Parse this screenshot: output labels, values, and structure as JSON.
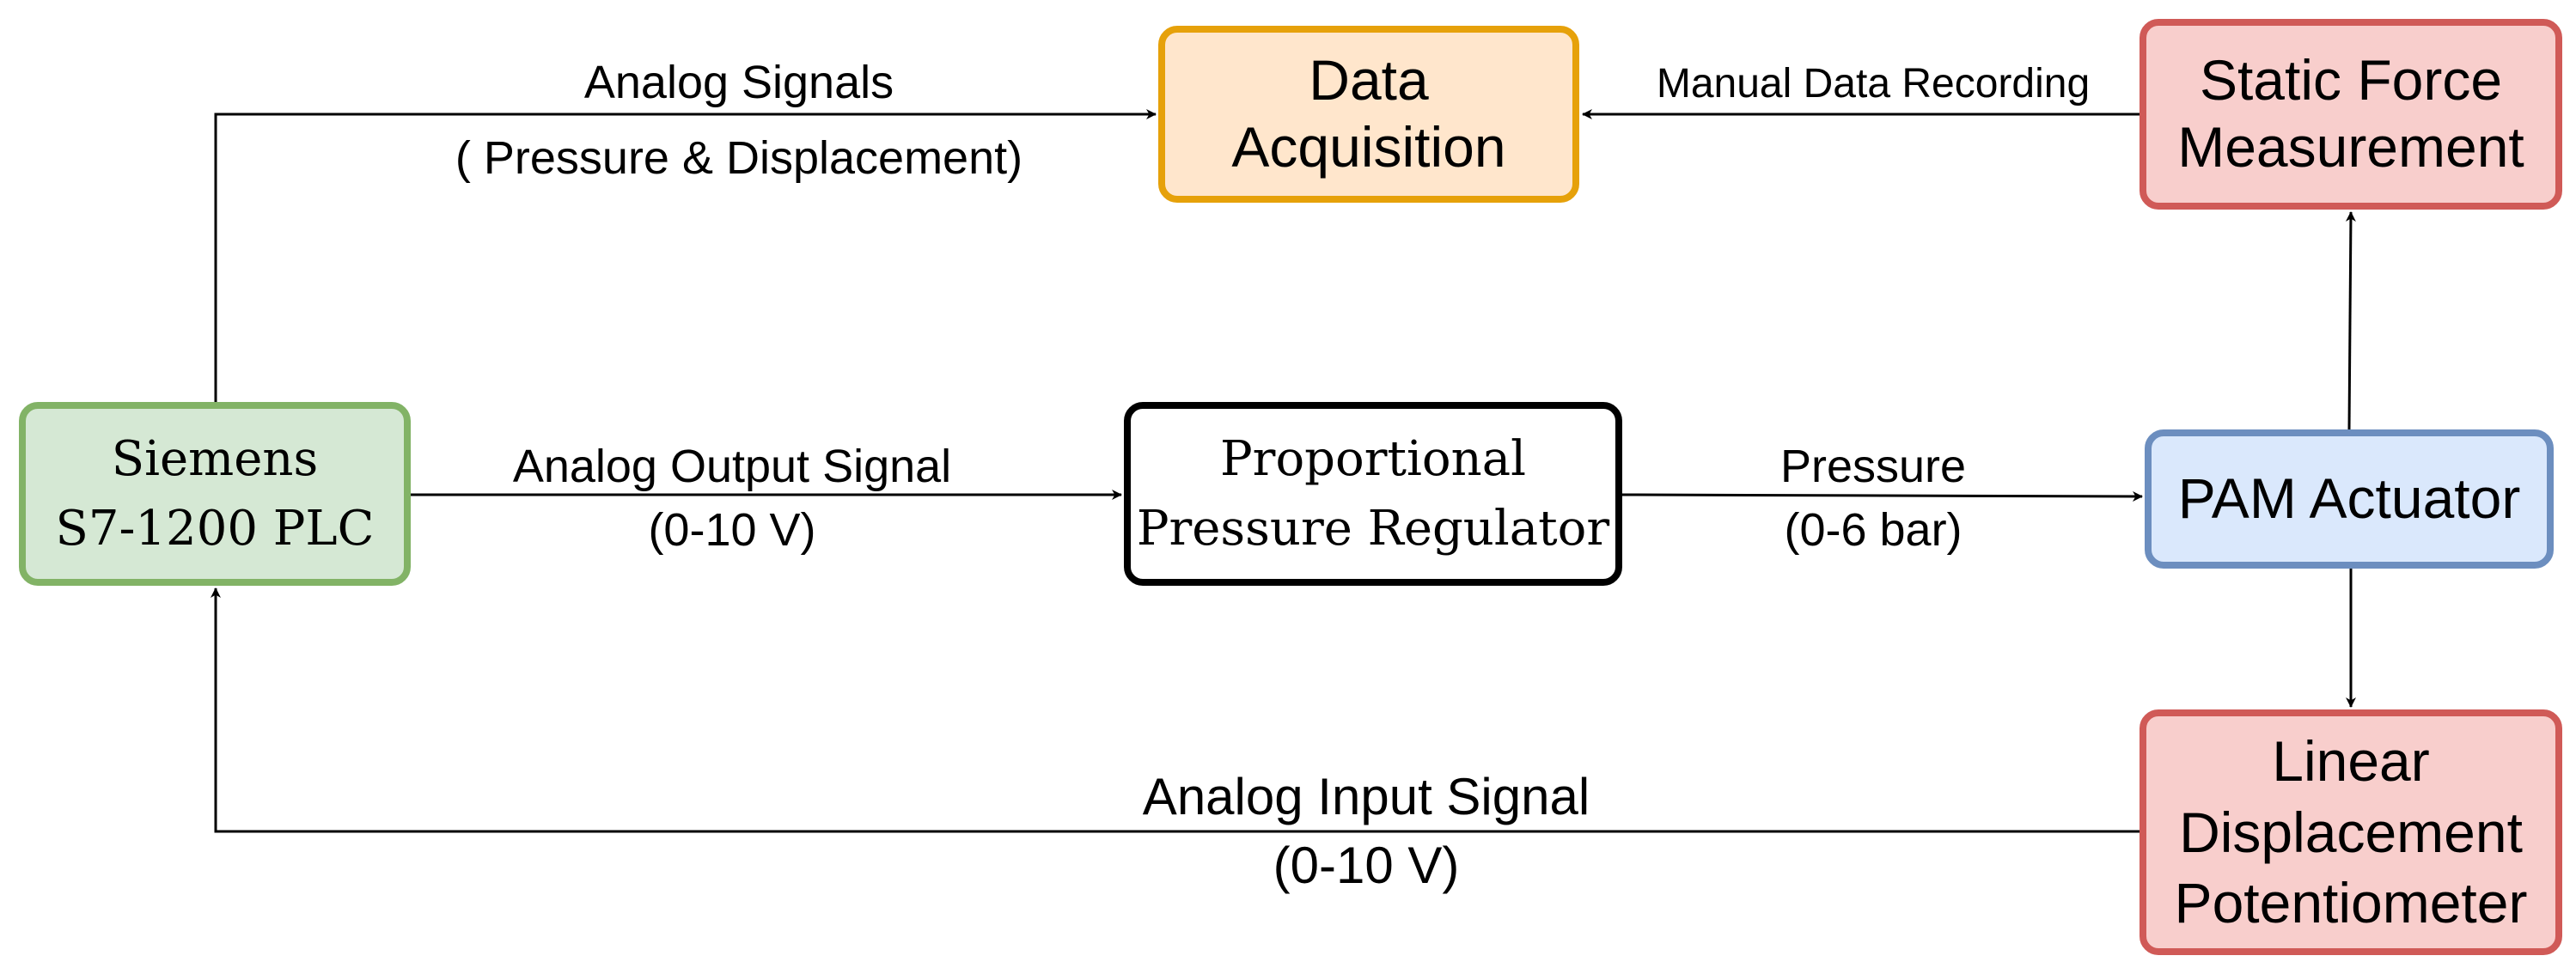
{
  "nodes": {
    "plc": {
      "lines": [
        "Siemens",
        "S7-1200 PLC"
      ],
      "fill": "#d5e8d4",
      "border": "#82b366"
    },
    "regulator": {
      "lines": [
        "Proportional",
        "Pressure Regulator"
      ],
      "fill": "#ffffff",
      "border": "#000000"
    },
    "daq": {
      "lines": [
        "Data",
        "Acquisition"
      ],
      "fill": "#ffe6cc",
      "border": "#e6a10a"
    },
    "sfm": {
      "lines": [
        "Static Force",
        "Measurement"
      ],
      "fill": "#f8cecc",
      "border": "#d05a57"
    },
    "pam": {
      "lines": [
        "PAM Actuator"
      ],
      "fill": "#dae8fc",
      "border": "#6c8ebf"
    },
    "ldp": {
      "lines": [
        "Linear",
        "Displacement",
        "Potentiometer"
      ],
      "fill": "#f8cecc",
      "border": "#d05a57"
    }
  },
  "edges": {
    "plc_to_daq": {
      "lines": [
        "Analog Signals",
        "( Pressure & Displacement)"
      ]
    },
    "sfm_to_daq": {
      "lines": [
        "Manual Data Recording"
      ]
    },
    "plc_to_regulator": {
      "lines": [
        "Analog Output Signal",
        "(0-10 V)"
      ]
    },
    "regulator_to_pam": {
      "lines": [
        "Pressure",
        "(0-6 bar)"
      ]
    },
    "ldp_to_plc": {
      "lines": [
        "Analog Input Signal",
        "(0-10 V)"
      ]
    }
  },
  "line_color": "#000000"
}
